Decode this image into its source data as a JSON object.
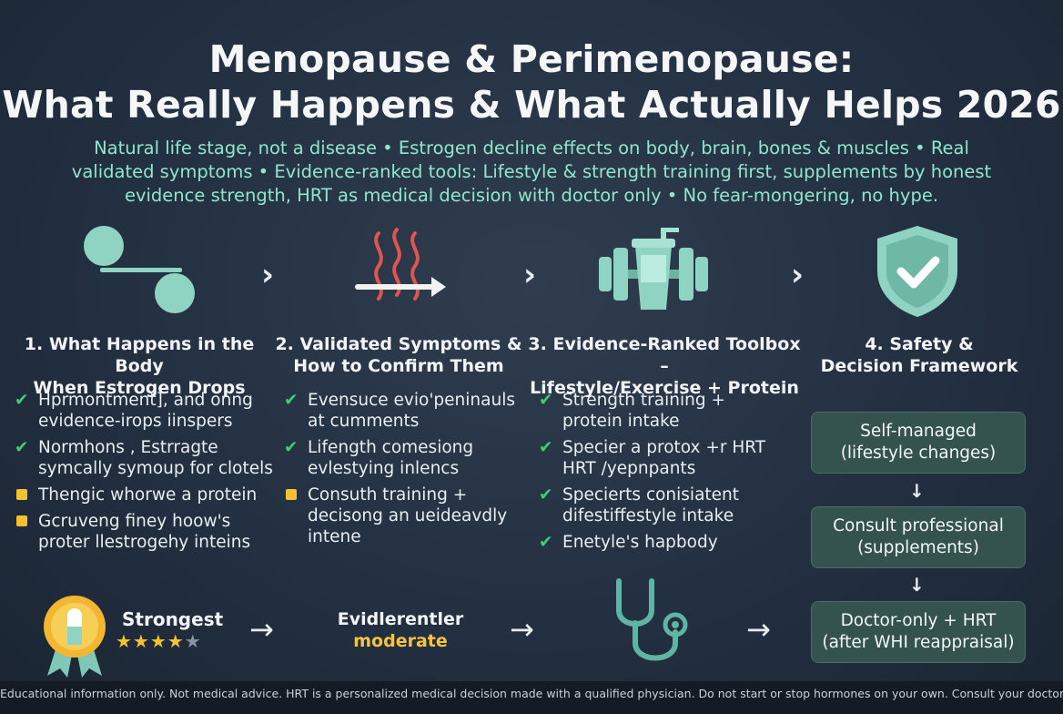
{
  "title": {
    "line1": "Menopause & Perimenopause:",
    "line2": "What Really Happens & What Actually Helps 2026"
  },
  "subtitle": {
    "line1": "Natural life stage, not a disease • Estrogen decline effects on body, brain, bones & muscles • Real",
    "line2": "validated symptoms • Evidence-ranked tools: Lifestyle & strength training first, supplements by honest",
    "line3": "evidence strength, HRT as medical decision with doctor only • No fear-mongering, no hype."
  },
  "columns": [
    {
      "title1": "1. What Happens in the Body",
      "title2": "When Estrogen Drops",
      "items": [
        {
          "mark": "check",
          "text": "Hprmontment], and onng evidence-irops iinspers"
        },
        {
          "mark": "check",
          "text": "Normhons , Estrragte symcally symoup for clotels"
        },
        {
          "mark": "square",
          "text": "Thengic whorwe a protein"
        },
        {
          "mark": "square",
          "text": "Gcruveng finey hoow's proter llestrogehy inteins"
        }
      ]
    },
    {
      "title1": "2. Validated Symptoms &",
      "title2": "How to Confirm Them",
      "items": [
        {
          "mark": "check",
          "text": "Evensuce evio'peninauls at cumments"
        },
        {
          "mark": "check",
          "text": "Lifength comesiong evlestying inlencs"
        },
        {
          "mark": "square",
          "text": "Consuth training + decisong an ueideavdly intene"
        }
      ]
    },
    {
      "title1": "3. Evidence-Ranked Toolbox –",
      "title2": "Lifestyle/Exercise + Protein",
      "items": [
        {
          "mark": "check",
          "text": "Strength training + protein intake"
        },
        {
          "mark": "check",
          "text": "Specier a protox +r HRT HRT /yepnpants"
        },
        {
          "mark": "check",
          "text": "Specierts conisiatent difestiffestyle intake"
        },
        {
          "mark": "check",
          "text": "Enetyle's hapbody"
        }
      ]
    },
    {
      "title1": "4. Safety &",
      "title2": "Decision Framework",
      "boxes": [
        {
          "line1": "Self-managed",
          "line2": "(lifestyle changes)"
        },
        {
          "line1": "Consult professional",
          "line2": "(supplements)"
        },
        {
          "line1": "Doctor-only + HRT",
          "line2": "(after WHI reappraisal)"
        }
      ]
    }
  ],
  "evidence": {
    "strongest_label": "Strongest",
    "stars": "★★★★",
    "star_empty": "★",
    "middle_label": "Evidlerentler",
    "moderate_label": "moderate"
  },
  "arrows": {
    "right": "›",
    "long_right": "→",
    "down": "↓"
  },
  "footer": "Educational information only. Not medical advice. HRT is a personalized medical decision made with a qualified physician. Do not start or stop hormones on your own. Consult your doctor for symptoms or treatment options.",
  "colors": {
    "background": "#233041",
    "accent_teal": "#8fd4c2",
    "check_green": "#3fce72",
    "square_yellow": "#f2c230",
    "moderate_yellow": "#f5c542",
    "wave_red": "#e0564f",
    "box_fill": "#34534f"
  },
  "icons": [
    "body-balance-icon",
    "heat-wave-icon",
    "dumbbell-shaker-icon",
    "shield-check-icon",
    "award-badge-icon",
    "stethoscope-icon"
  ]
}
